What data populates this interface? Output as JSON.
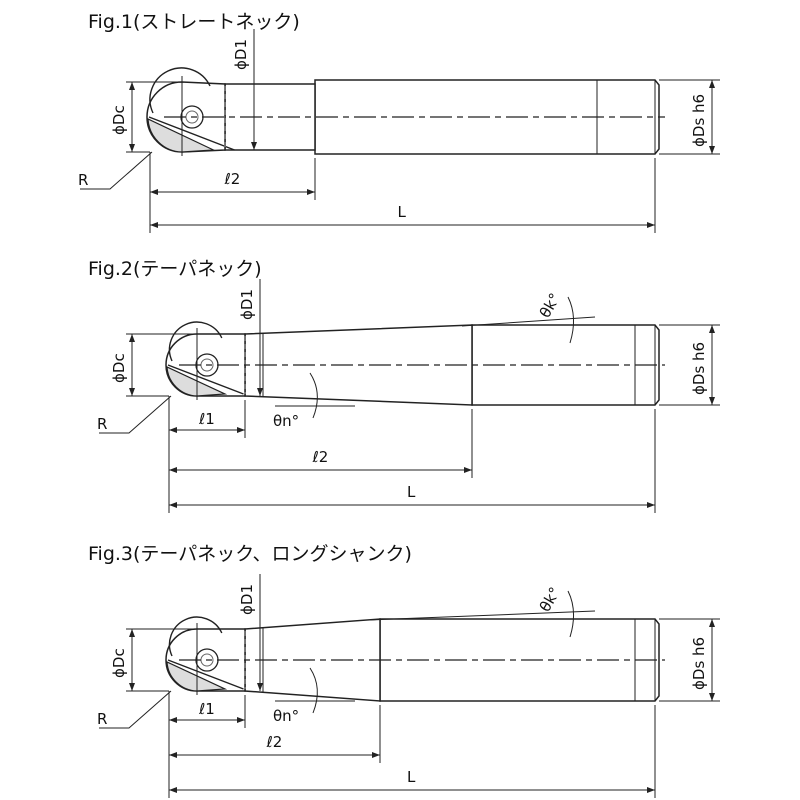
{
  "figures": [
    {
      "title": "Fig.1(ストレートネック)",
      "type": "straight-neck",
      "labels": {
        "dc": "ϕDc",
        "d1": "ϕD1",
        "ds": "ϕDs h6",
        "r": "R",
        "l2": "ℓ2",
        "L": "L"
      }
    },
    {
      "title": "Fig.2(テーパネック)",
      "type": "taper-neck",
      "labels": {
        "dc": "ϕDc",
        "d1": "ϕD1",
        "ds": "ϕDs h6",
        "r": "R",
        "l1": "ℓ1",
        "l2": "ℓ2",
        "L": "L",
        "thk": "θk°",
        "thn": "θn°"
      }
    },
    {
      "title": "Fig.3(テーパネック、ロングシャンク)",
      "type": "taper-neck-long-shank",
      "labels": {
        "dc": "ϕDc",
        "d1": "ϕD1",
        "ds": "ϕDs h6",
        "r": "R",
        "l1": "ℓ1",
        "l2": "ℓ2",
        "L": "L",
        "thk": "θk°",
        "thn": "θn°"
      }
    }
  ]
}
